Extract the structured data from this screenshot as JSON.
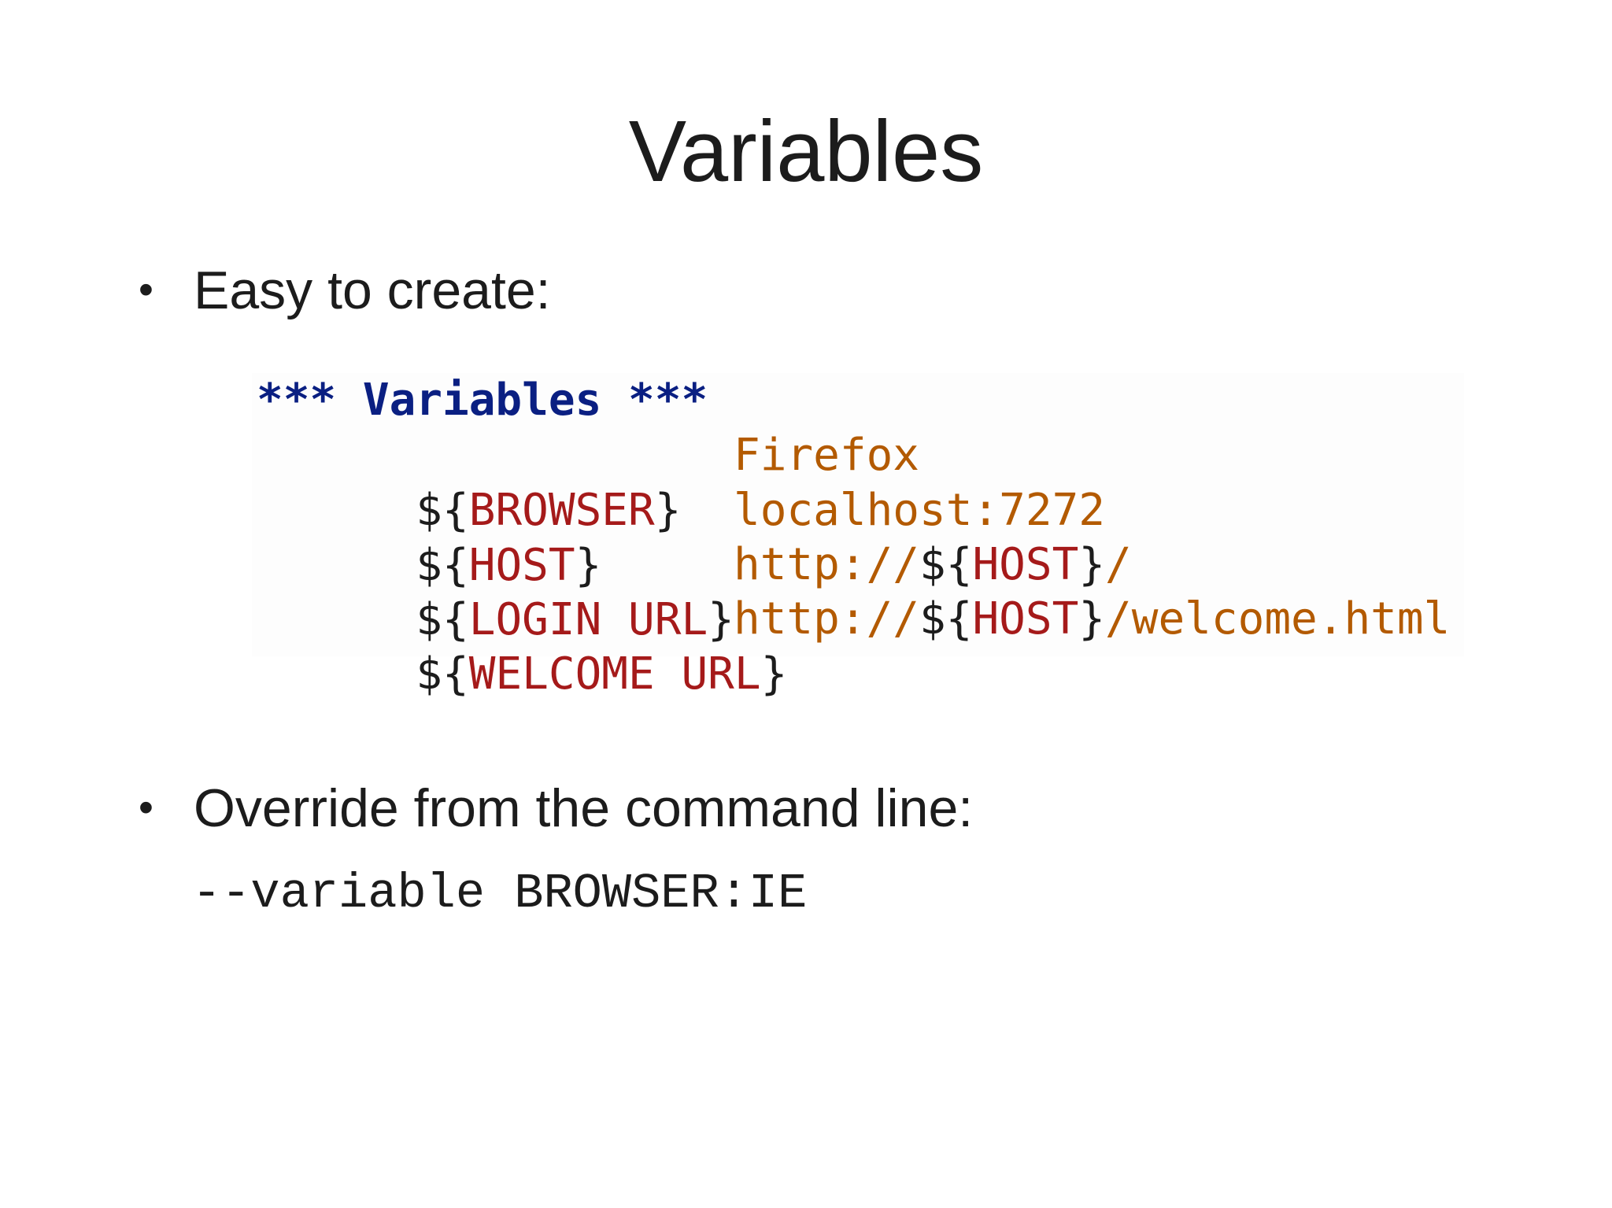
{
  "slide": {
    "title": "Variables",
    "bullets": [
      {
        "text": "Easy to create:"
      },
      {
        "text": "Override from the command line:"
      }
    ],
    "bullet_marker": "•"
  },
  "code": {
    "header": "*** Variables ***",
    "rows": [
      {
        "open": "${",
        "name": "BROWSER",
        "close": "}",
        "value_parts": [
          {
            "text": "Firefox",
            "kind": "value"
          }
        ]
      },
      {
        "open": "${",
        "name": "HOST",
        "close": "}",
        "value_parts": [
          {
            "text": "localhost:7272",
            "kind": "value"
          }
        ]
      },
      {
        "open": "${",
        "name": "LOGIN URL",
        "close": "}",
        "value_parts": [
          {
            "text": "http://",
            "kind": "value"
          },
          {
            "text": "${",
            "kind": "brace"
          },
          {
            "text": "HOST",
            "kind": "var"
          },
          {
            "text": "}",
            "kind": "brace"
          },
          {
            "text": "/",
            "kind": "value"
          }
        ]
      },
      {
        "open": "${",
        "name": "WELCOME URL",
        "close": "}",
        "value_parts": [
          {
            "text": "http://",
            "kind": "value"
          },
          {
            "text": "${",
            "kind": "brace"
          },
          {
            "text": "HOST",
            "kind": "var"
          },
          {
            "text": "}",
            "kind": "brace"
          },
          {
            "text": "/welcome.html",
            "kind": "value"
          }
        ]
      }
    ],
    "colors": {
      "header": "#0a1f82",
      "variable": "#a51a1a",
      "value": "#b35a00",
      "brace": "#1c1c1c"
    }
  },
  "command_line": "--variable BROWSER:IE"
}
